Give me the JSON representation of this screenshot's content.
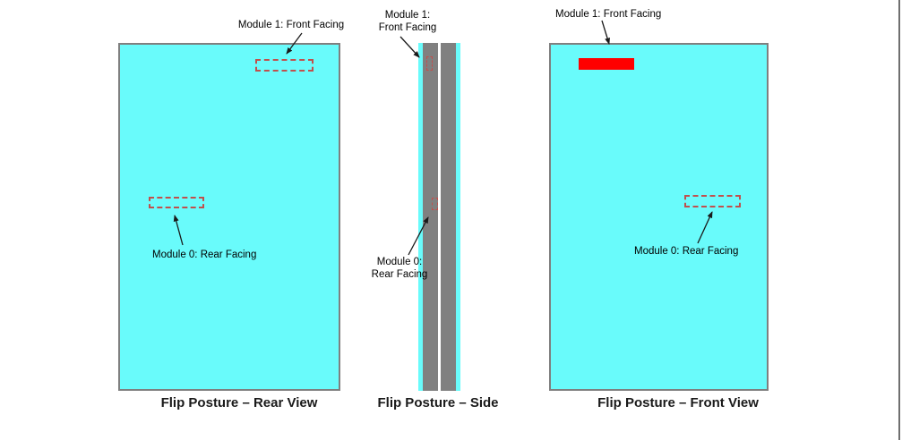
{
  "colors": {
    "device_fill": "#69fbfb",
    "device_border": "#7f7f7f",
    "side_bar_gray": "#808080",
    "module_dashed_red": "#c0504d",
    "module_solid_red": "#ff0000",
    "arrow_black": "#1a1a1a",
    "page_edge_gray": "#6f6f6f"
  },
  "panels": {
    "rear": {
      "caption": "Flip Posture – Rear View",
      "module1_label": "Module 1: Front Facing",
      "module0_label": "Module 0: Rear Facing"
    },
    "side": {
      "caption": "Flip Posture – Side",
      "module1_label": "Module 1:\nFront Facing",
      "module0_label": "Module 0:\nRear Facing"
    },
    "front": {
      "caption": "Flip Posture – Front View",
      "module1_label": "Module 1: Front Facing",
      "module0_label": "Module 0: Rear Facing"
    }
  }
}
